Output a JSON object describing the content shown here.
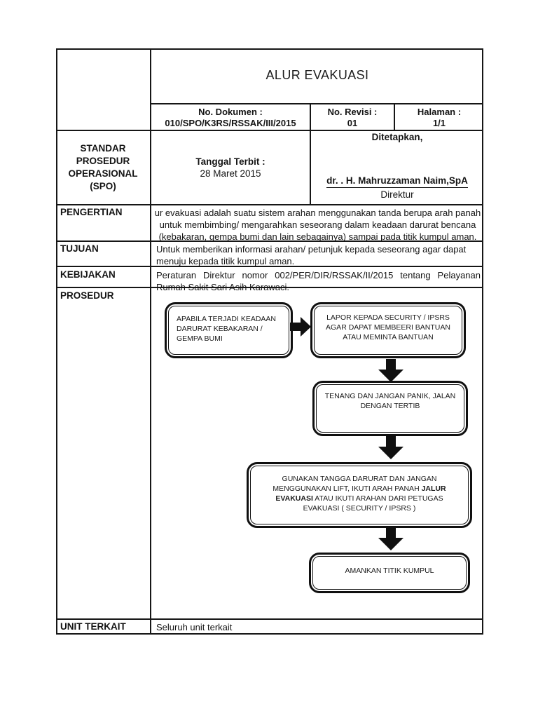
{
  "doc": {
    "title": "ALUR EVAKUASI",
    "header": {
      "no_dokumen_label": "No. Dokumen :",
      "no_dokumen_value": "010/SPO/K3RS/RSSAK/III/2015",
      "no_revisi_label": "No. Revisi :",
      "no_revisi_value": "01",
      "halaman_label": "Halaman :",
      "halaman_value": "1/1"
    },
    "approval": {
      "spo_label": "STANDAR\nPROSEDUR\nOPERASIONAL\n(SPO)",
      "tanggal_terbit_label": "Tanggal Terbit :",
      "tanggal_terbit_value": "28 Maret 2015",
      "ditetapkan_label": "Ditetapkan,",
      "director_name": "dr. . H. Mahruzzaman Naim,SpA",
      "director_title": "Direktur"
    },
    "rows": {
      "pengertian_label": "PENGERTIAN",
      "pengertian_line1": "ur evakuasi adalah suatu sistem arahan menggunakan tanda berupa arah panah",
      "pengertian_line2": "untuk membimbing/ mengarahkan seseorang dalam keadaan darurat bencana",
      "pengertian_line3": "(kebakaran, gempa bumi dan lain sebagainya) sampai pada titik kumpul aman.",
      "tujuan_label": "TUJUAN",
      "tujuan_line1": "Untuk memberikan informasi arahan/ petunjuk kepada seseorang agar dapat",
      "tujuan_line2": "menuju kepada titik kumpul aman.",
      "kebijakan_label": "KEBIJAKAN",
      "kebijakan_line1": "Peraturan Direktur nomor 002/PER/DIR/RSSAK/II/2015 tentang Pelayanan",
      "kebijakan_line2": "Rumah Sakit Sari Asih Karawaci.",
      "prosedur_label": "PROSEDUR",
      "unit_terkait_label": "UNIT TERKAIT",
      "unit_terkait_value": "Seluruh unit terkait"
    },
    "flowchart": {
      "box1": "APABILA TERJADI KEADAAN\nDARURAT KEBAKARAN /\nGEMPA BUMI",
      "box2": "LAPOR KEPADA SECURITY / IPSRS\nAGAR DAPAT MEMBEERI BANTUAN\nATAU MEMINTA BANTUAN",
      "box3": "TENANG DAN JANGAN PANIK, JALAN\nDENGAN TERTIB",
      "box4_line1": "GUNAKAN TANGGA DARURAT DAN JANGAN",
      "box4_line2_regular": "MENGGUNAKAN LIFT, IKUTI ARAH PANAH ",
      "box4_line2_bold": "JALUR",
      "box4_line3_bold": "EVAKUASI",
      "box4_line3_regular": " ATAU IKUTI ARAHAN DARI PETUGAS",
      "box4_line4": "EVAKUASI ( SECURITY / IPSRS )",
      "box5": "AMANKAN TITIK KUMPUL"
    },
    "colors": {
      "ink": "#161616",
      "paper": "#ffffff"
    }
  }
}
